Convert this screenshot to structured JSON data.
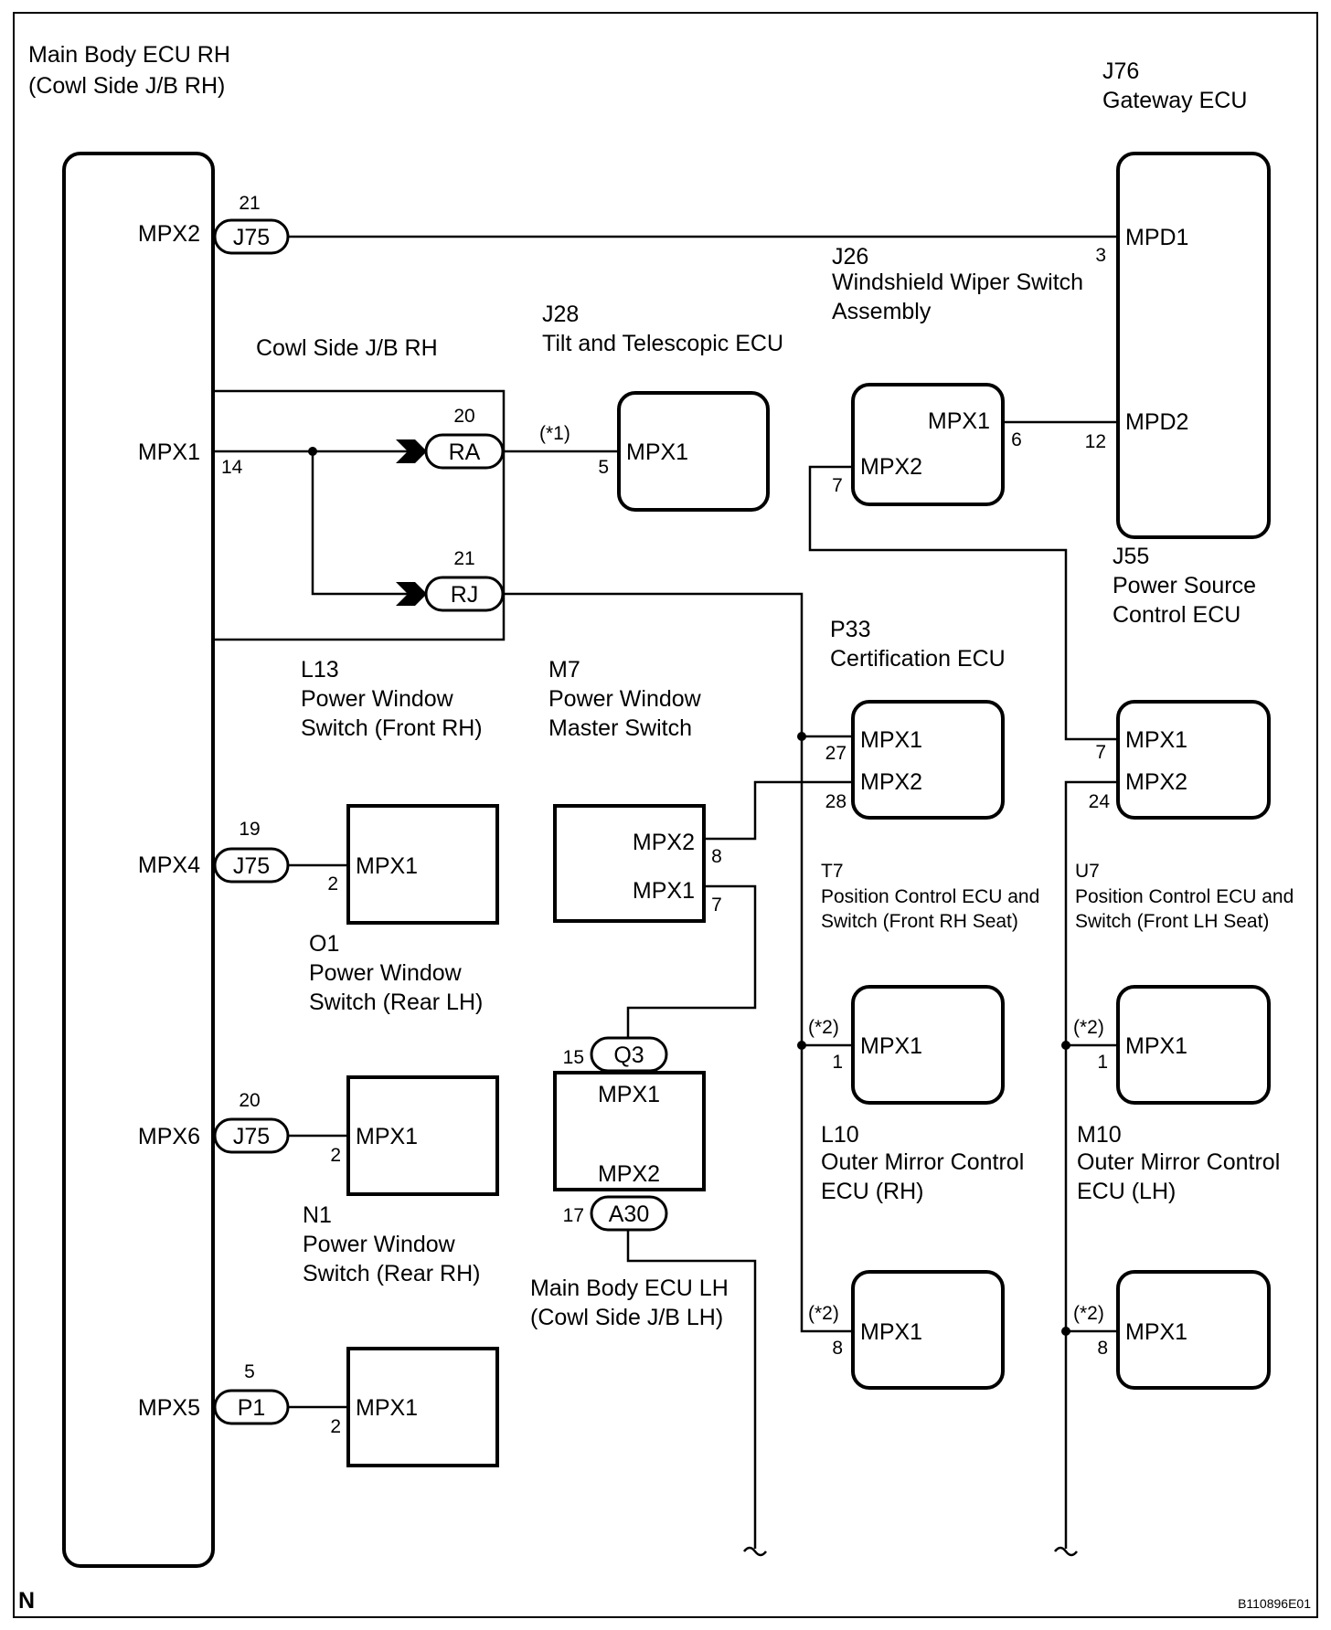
{
  "diagram": {
    "main_body_ecu_rh": {
      "line1": "Main Body ECU RH",
      "line2": "(Cowl Side J/B RH)"
    },
    "gateway_ecu": {
      "code": "J76",
      "name": "Gateway ECU",
      "mpd1": "MPD1",
      "mpd2": "MPD2",
      "pin_mpd1": "3",
      "pin_mpd2": "12"
    },
    "wiper_switch": {
      "code": "J26",
      "line1": "Windshield Wiper Switch",
      "line2": "Assembly",
      "mpx1": "MPX1",
      "mpx2": "MPX2",
      "pin_mpx1": "6",
      "pin_mpx2": "7"
    },
    "tilt_ecu": {
      "code": "J28",
      "name": "Tilt and Telescopic ECU",
      "mpx1": "MPX1",
      "pin": "5",
      "note": "(*1)"
    },
    "cowl_jb_rh": {
      "label": "Cowl Side J/B RH",
      "ra": "RA",
      "ra_pin": "20",
      "rj": "RJ",
      "rj_pin": "21"
    },
    "ecu_rh_pins": {
      "mpx2": "MPX2",
      "mpx2_conn": "J75",
      "mpx2_pin": "21",
      "mpx1": "MPX1",
      "mpx1_pin": "14",
      "mpx4": "MPX4",
      "mpx4_conn": "J75",
      "mpx4_pin": "19",
      "mpx6": "MPX6",
      "mpx6_conn": "J75",
      "mpx6_pin": "20",
      "mpx5": "MPX5",
      "mpx5_conn": "P1",
      "mpx5_pin": "5"
    },
    "power_source_ecu": {
      "code": "J55",
      "line1": "Power Source",
      "line2": "Control ECU",
      "mpx1": "MPX1",
      "mpx2": "MPX2",
      "pin_mpx1": "7",
      "pin_mpx2": "24"
    },
    "certification_ecu": {
      "code": "P33",
      "name": "Certification ECU",
      "mpx1": "MPX1",
      "mpx2": "MPX2",
      "pin_mpx1": "27",
      "pin_mpx2": "28"
    },
    "pw_front_rh": {
      "code": "L13",
      "line1": "Power Window",
      "line2": "Switch (Front RH)"
    },
    "pw_master": {
      "code": "M7",
      "line1": "Power Window",
      "line2": "Master Switch",
      "mpx2": "MPX2",
      "mpx1": "MPX1",
      "pin_mpx2": "8",
      "pin_mpx1": "7"
    },
    "pw_rear_lh": {
      "code": "O1",
      "line1": "Power Window",
      "line2": "Switch (Rear LH)",
      "mpx1": "MPX1",
      "pin": "2"
    },
    "pw_rear_rh": {
      "code": "N1",
      "line1": "Power Window",
      "line2": "Switch (Rear RH)",
      "mpx1": "MPX1",
      "pin": "2"
    },
    "pw_mpx5_switch": {
      "mpx1": "MPX1",
      "pin": "2"
    },
    "seat_rh": {
      "code": "T7",
      "line1": "Position Control ECU and",
      "line2": "Switch (Front RH Seat)",
      "mpx1": "MPX1",
      "pin": "1",
      "note": "(*2)"
    },
    "seat_lh": {
      "code": "U7",
      "line1": "Position Control ECU and",
      "line2": "Switch (Front LH Seat)",
      "mpx1": "MPX1",
      "pin": "1",
      "note": "(*2)"
    },
    "mirror_rh": {
      "code": "L10",
      "line1": "Outer Mirror Control",
      "line2": "ECU (RH)",
      "mpx1": "MPX1",
      "pin": "8",
      "note": "(*2)"
    },
    "mirror_lh": {
      "code": "M10",
      "line1": "Outer Mirror Control",
      "line2": "ECU (LH)",
      "mpx1": "MPX1",
      "pin": "8",
      "note": "(*2)"
    },
    "main_body_ecu_lh": {
      "line1": "Main Body ECU LH",
      "line2": "(Cowl Side J/B LH)",
      "mpx1": "MPX1",
      "mpx2": "MPX2",
      "q3": "Q3",
      "q3_pin": "15",
      "a30": "A30",
      "a30_pin": "17"
    },
    "corner_letter": "N",
    "figure_id": "B110896E01"
  }
}
